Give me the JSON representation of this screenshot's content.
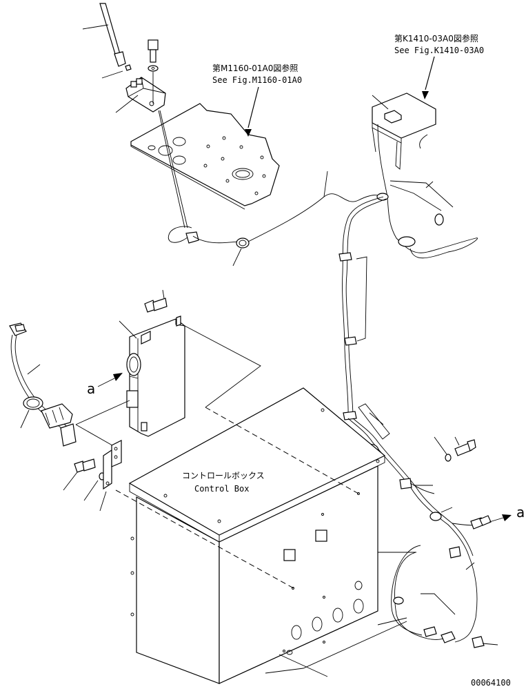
{
  "references": {
    "top_center": {
      "jp": "第M1160-01A0図参照",
      "en": "See Fig.M1160-01A0"
    },
    "top_right": {
      "jp": "第K1410-03A0図参照",
      "en": "See Fig.K1410-03A0"
    }
  },
  "control_box": {
    "jp": "コントロールボックス",
    "en": "Control Box"
  },
  "view_markers": {
    "left": "a",
    "right": "a"
  },
  "drawing_number": "00064100"
}
